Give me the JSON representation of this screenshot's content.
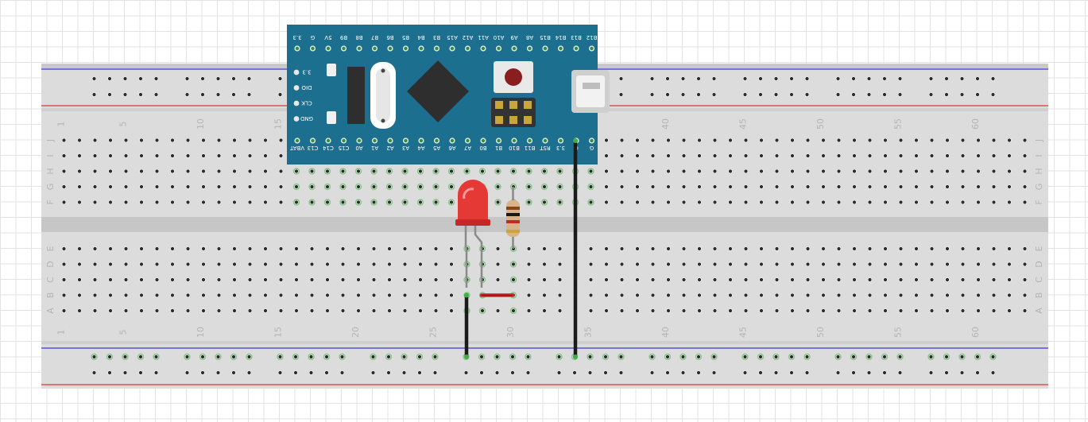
{
  "breadboard": {
    "columns": 63,
    "row_letters_top": [
      "J",
      "I",
      "H",
      "G",
      "F"
    ],
    "row_letters_bottom": [
      "E",
      "D",
      "C",
      "B",
      "A"
    ],
    "column_numbers": [
      "1",
      "5",
      "10",
      "15",
      "20",
      "25",
      "30",
      "35",
      "40",
      "45",
      "50",
      "55",
      "60"
    ],
    "colors": {
      "board": "#dcdcdc",
      "hole": "#2b2b2b",
      "connected_hole": "#4caf50",
      "rail_blue": "#3a3ad8",
      "rail_red": "#d83a3a",
      "wire": "#1a1a1a"
    }
  },
  "mcu": {
    "pins_top": [
      "B12",
      "B13",
      "B14",
      "B15",
      "A8",
      "A9",
      "A10",
      "A11",
      "A12",
      "A15",
      "B3",
      "B4",
      "B5",
      "B6",
      "B7",
      "B8",
      "B9",
      "5V",
      "G",
      "3.3"
    ],
    "pins_bottom": [
      "G",
      "G",
      "3.3",
      "RST",
      "B11",
      "B10",
      "B1",
      "B0",
      "A7",
      "A6",
      "A5",
      "A4",
      "A3",
      "A2",
      "A1",
      "A0",
      "C15",
      "C14",
      "C13",
      "VBAT"
    ],
    "header_labels": [
      "3.3",
      "DIO",
      "CLK",
      "GND"
    ],
    "colors": {
      "board": "#1c6f8f",
      "chip": "#2e2e2e",
      "button": "#8a1e1e"
    }
  },
  "led": {
    "color": "#e53935"
  },
  "resistor": {
    "body_color": "#d9b48a"
  }
}
